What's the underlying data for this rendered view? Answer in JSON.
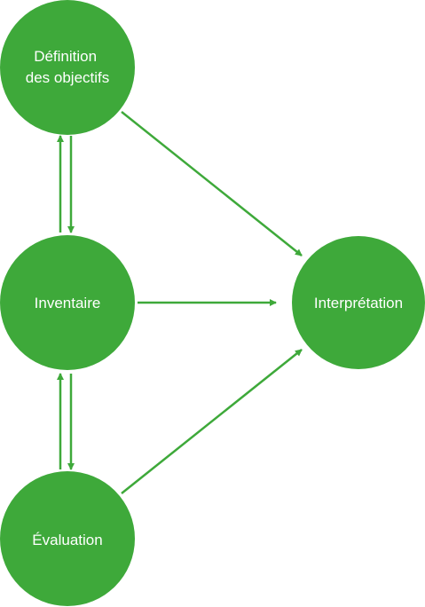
{
  "colors": {
    "node_fill": "#3ea93a",
    "arrow": "#3ea93a",
    "background": "#ffffff"
  },
  "nodes": {
    "definition": {
      "label_line1": "Définition",
      "label_line2": "des objectifs"
    },
    "inventaire": {
      "label": "Inventaire"
    },
    "evaluation": {
      "label": "Évaluation"
    },
    "interpretation": {
      "label": "Interprétation"
    }
  },
  "edges": [
    {
      "from": "definition",
      "to": "interpretation"
    },
    {
      "from": "inventaire",
      "to": "interpretation"
    },
    {
      "from": "evaluation",
      "to": "interpretation"
    },
    {
      "from": "definition",
      "to": "inventaire"
    },
    {
      "from": "inventaire",
      "to": "definition"
    },
    {
      "from": "inventaire",
      "to": "evaluation"
    },
    {
      "from": "evaluation",
      "to": "inventaire"
    }
  ]
}
